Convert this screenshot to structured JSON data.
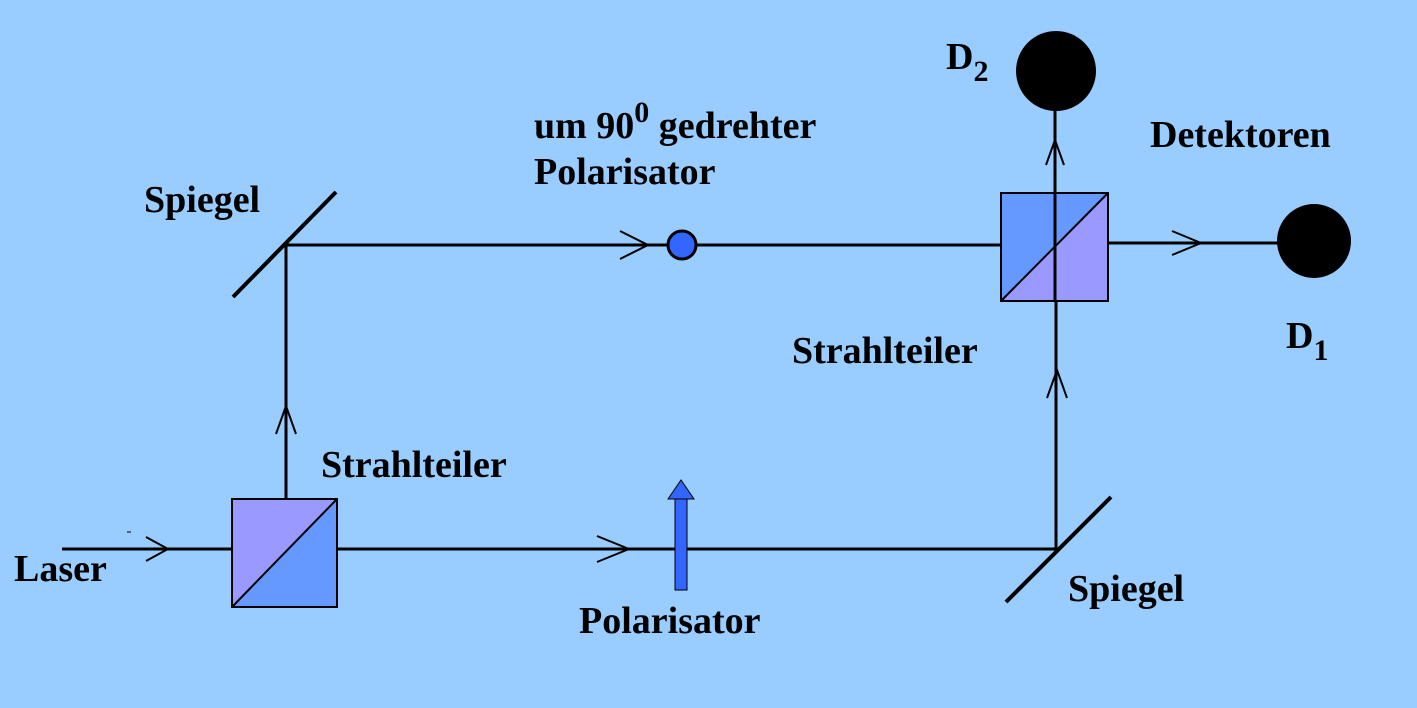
{
  "labels": {
    "laser": "Laser",
    "beamsplitter_in": "Strahlteiler",
    "polarizer": "Polarisator",
    "mirror_bottom": "Spiegel",
    "mirror_top": "Spiegel",
    "rotated_polarizer_prefix": "um 90",
    "rotated_polarizer_superscript": "0",
    "rotated_polarizer_suffix": " gedrehter",
    "rotated_polarizer_line2": "Polarisator",
    "beamsplitter_out": "Strahlteiler",
    "detectors": "Detektoren",
    "detector_2_letter": "D",
    "detector_2_index": "2",
    "detector_1_letter": "D",
    "detector_1_index": "1"
  },
  "colors": {
    "background": "#99ccff",
    "beam": "#000000",
    "splitter_blue": "#6699ff",
    "splitter_violet": "#9999ff",
    "polarizer_blue": "#3366ff",
    "detector": "#000000"
  }
}
